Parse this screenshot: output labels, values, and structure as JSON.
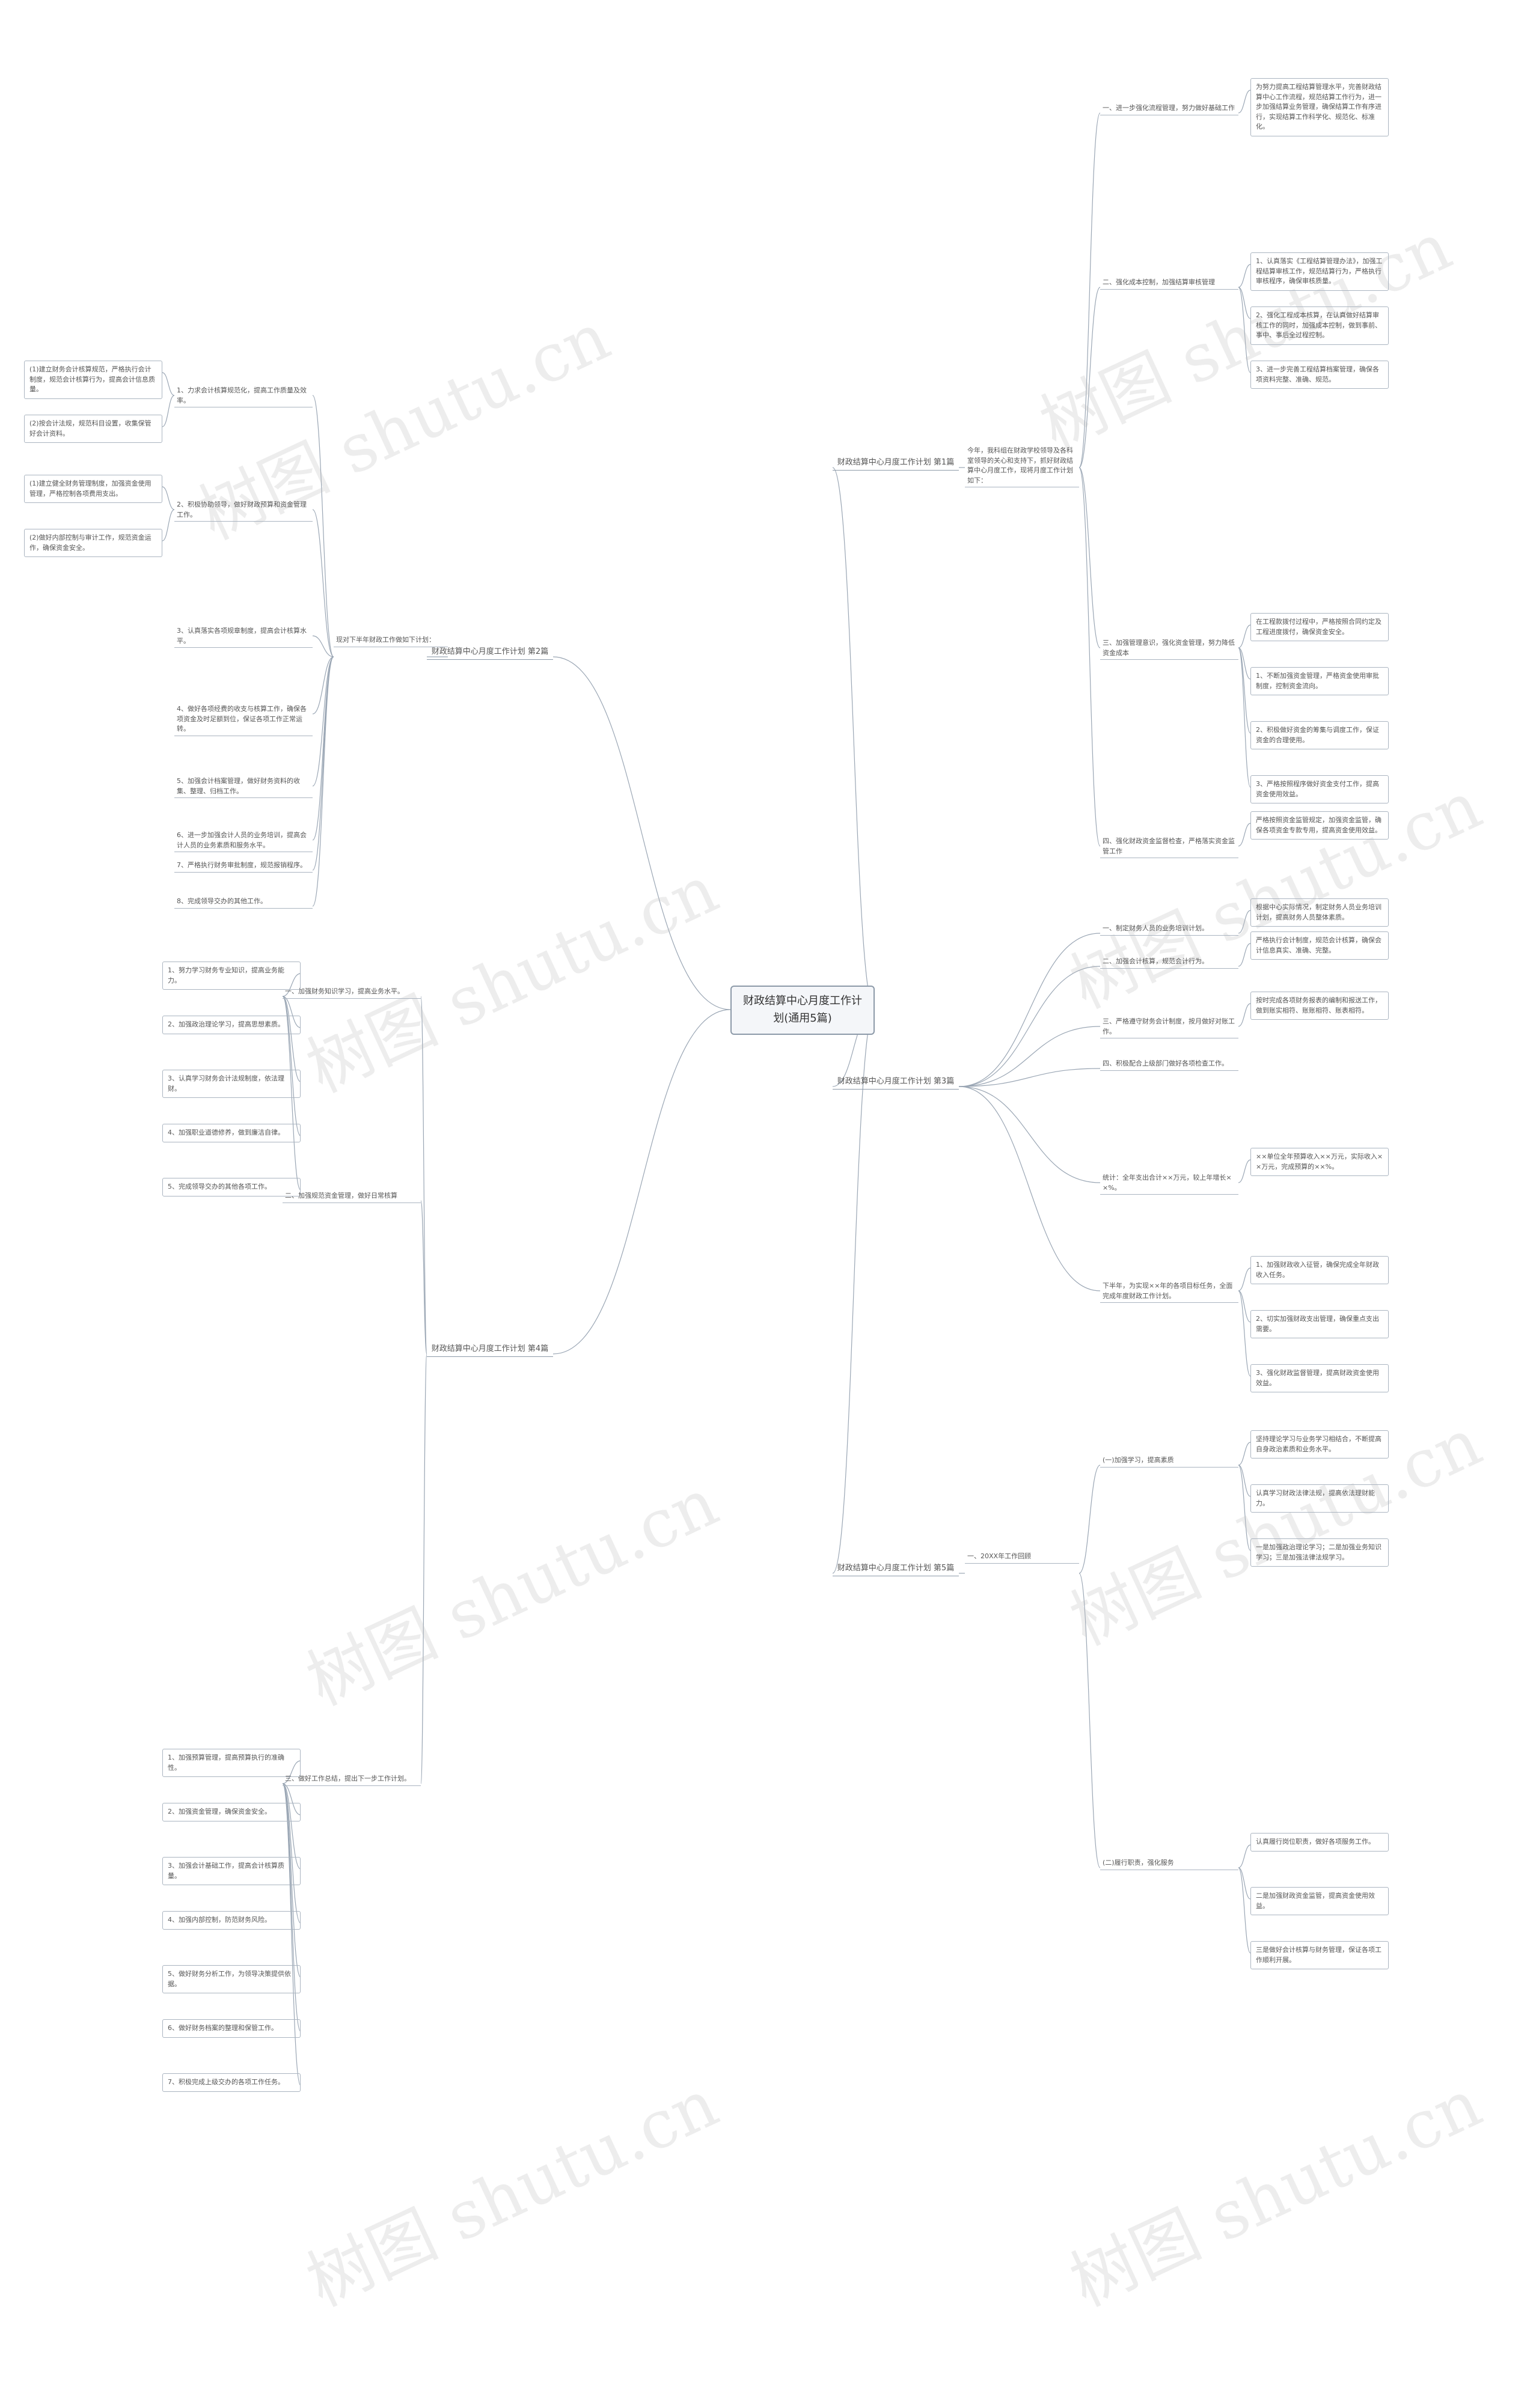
{
  "watermark": "树图 shutu.cn",
  "root": "财政结算中心月度工作计划(通用5篇)",
  "branches": [
    {
      "title": "财政结算中心月度工作计划 第1篇",
      "intro": "今年，我科组在财政学校领导及各科室领导的关心和支持下，抓好财政结算中心月度工作，现将月度工作计划如下：",
      "items": [
        {
          "label": "一、进一步强化流程管理，努力做好基础工作",
          "details": [
            "为努力提高工程结算管理水平，完善财政结算中心工作流程，规范结算工作行为，进一步加强结算业务管理，确保结算工作有序进行，实现结算工作科学化、规范化、标准化。"
          ]
        },
        {
          "label": "二、强化成本控制，加强结算审核管理",
          "details": [
            "1、认真落实《工程结算管理办法》，加强工程结算审核工作，规范结算行为，严格执行审核程序，确保审核质量。",
            "2、强化工程成本核算，在认真做好结算审核工作的同时，加强成本控制，做到事前、事中、事后全过程控制。",
            "3、进一步完善工程结算档案管理，确保各项资料完整、准确、规范。"
          ]
        },
        {
          "label": "三、加强管理意识，强化资金管理，努力降低资金成本",
          "details": [
            "在工程款拨付过程中，严格按照合同约定及工程进度拨付，确保资金安全。",
            "1、不断加强资金管理，严格资金使用审批制度，控制资金流向。",
            "2、积极做好资金的筹集与调度工作，保证资金的合理使用。",
            "3、严格按照程序做好资金支付工作，提高资金使用效益。"
          ]
        },
        {
          "label": "四、强化财政资金监督检查，严格落实资金监管工作",
          "details": [
            "严格按照资金监管规定，加强资金监管，确保各项资金专款专用，提高资金使用效益。"
          ]
        }
      ]
    },
    {
      "title": "财政结算中心月度工作计划 第2篇",
      "intro": "现对下半年财政工作做如下计划：",
      "items": [
        {
          "label": "1、力求会计核算规范化，提高工作质量及效率。",
          "details": [
            "(1)建立财务会计核算规范，严格执行会计制度，规范会计核算行为，提高会计信息质量。",
            "(2)按会计法规，规范科目设置，收集保管好会计资料。"
          ]
        },
        {
          "label": "2、积极协助领导，做好财政预算和资金管理工作。",
          "details": [
            "(1)建立健全财务管理制度，加强资金使用管理，严格控制各项费用支出。",
            "(2)做好内部控制与审计工作，规范资金运作，确保资金安全。"
          ]
        },
        {
          "label": "3、认真落实各项规章制度，提高会计核算水平。",
          "details": []
        },
        {
          "label": "4、做好各项经费的收支与核算工作，确保各项资金及时足额到位，保证各项工作正常运转。",
          "details": []
        },
        {
          "label": "5、加强会计档案管理，做好财务资料的收集、整理、归档工作。",
          "details": []
        },
        {
          "label": "6、进一步加强会计人员的业务培训，提高会计人员的业务素质和服务水平。",
          "details": []
        },
        {
          "label": "7、严格执行财务审批制度，规范报销程序。",
          "details": []
        },
        {
          "label": "8、完成领导交办的其他工作。",
          "details": []
        }
      ]
    },
    {
      "title": "财政结算中心月度工作计划 第3篇",
      "intro": "",
      "items": [
        {
          "label": "一、制定财务人员的业务培训计划。",
          "details": [
            "根据中心实际情况，制定财务人员业务培训计划，提高财务人员整体素质。"
          ]
        },
        {
          "label": "二、加强会计核算，规范会计行为。",
          "details": [
            "严格执行会计制度，规范会计核算，确保会计信息真实、准确、完整。"
          ]
        },
        {
          "label": "三、严格遵守财务会计制度，按月做好对账工作。",
          "details": [
            "按时完成各项财务报表的编制和报送工作，做到账实相符、账账相符、账表相符。"
          ]
        },
        {
          "label": "四、积极配合上级部门做好各项检查工作。",
          "details": []
        },
        {
          "label": "统计：全年支出合计××万元，较上年增长××%。",
          "details": [
            "××单位全年预算收入××万元，实际收入××万元，完成预算的××%。"
          ]
        },
        {
          "label": "下半年，为实现××年的各项目标任务，全面完成年度财政工作计划。",
          "details": [
            "1、加强财政收入征管，确保完成全年财政收入任务。",
            "2、切实加强财政支出管理，确保重点支出需要。",
            "3、强化财政监督管理，提高财政资金使用效益。"
          ]
        }
      ]
    },
    {
      "title": "财政结算中心月度工作计划 第4篇",
      "intro": "",
      "items": [
        {
          "label": "一、加强财务知识学习，提高业务水平。",
          "details": [
            "1、努力学习财务专业知识，提高业务能力。",
            "2、加强政治理论学习，提高思想素质。",
            "3、认真学习财务会计法规制度，依法理财。",
            "4、加强职业道德修养，做到廉洁自律。",
            "5、完成领导交办的其他各项工作。"
          ]
        },
        {
          "label": "二、加强规范资金管理，做好日常核算",
          "details": []
        },
        {
          "label": "三、做好工作总结，提出下一步工作计划。",
          "details": [
            "1、加强预算管理，提高预算执行的准确性。",
            "2、加强资金管理，确保资金安全。",
            "3、加强会计基础工作，提高会计核算质量。",
            "4、加强内部控制，防范财务风险。",
            "5、做好财务分析工作，为领导决策提供依据。",
            "6、做好财务档案的整理和保管工作。",
            "7、积极完成上级交办的各项工作任务。"
          ]
        }
      ]
    },
    {
      "title": "财政结算中心月度工作计划 第5篇",
      "intro": "一、20XX年工作回顾",
      "items": [
        {
          "label": "(一)加强学习，提高素质",
          "details": [
            "坚持理论学习与业务学习相结合，不断提高自身政治素质和业务水平。",
            "认真学习财政法律法规，提高依法理财能力。",
            "一是加强政治理论学习；二是加强业务知识学习；三是加强法律法规学习。"
          ]
        },
        {
          "label": "(二)履行职责，强化服务",
          "details": [
            "认真履行岗位职责，做好各项服务工作。",
            "二是加强财政资金监管，提高资金使用效益。",
            "三是做好会计核算与财务管理，保证各项工作顺利开展。"
          ]
        }
      ]
    }
  ]
}
